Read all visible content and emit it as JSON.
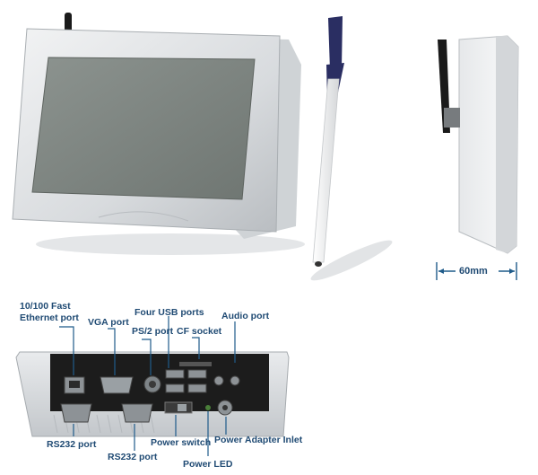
{
  "labels": {
    "ethernet": "10/100 Fast Ethernet port",
    "vga": "VGA port",
    "four_usb": "Four USB ports",
    "audio": "Audio port",
    "ps2": "PS/2 port",
    "cf": "CF socket",
    "rs232_left": "RS232 port",
    "rs232_mid": "RS232 port",
    "power_switch": "Power switch",
    "power_adapter": "Power Adapter Inlet",
    "power_led": "Power LED"
  },
  "dimension": "60mm",
  "colors": {
    "label": "#1f4a73",
    "callout": "#1f5b8a",
    "bezel": "#d9dcdf",
    "screen": "#7f8682"
  }
}
